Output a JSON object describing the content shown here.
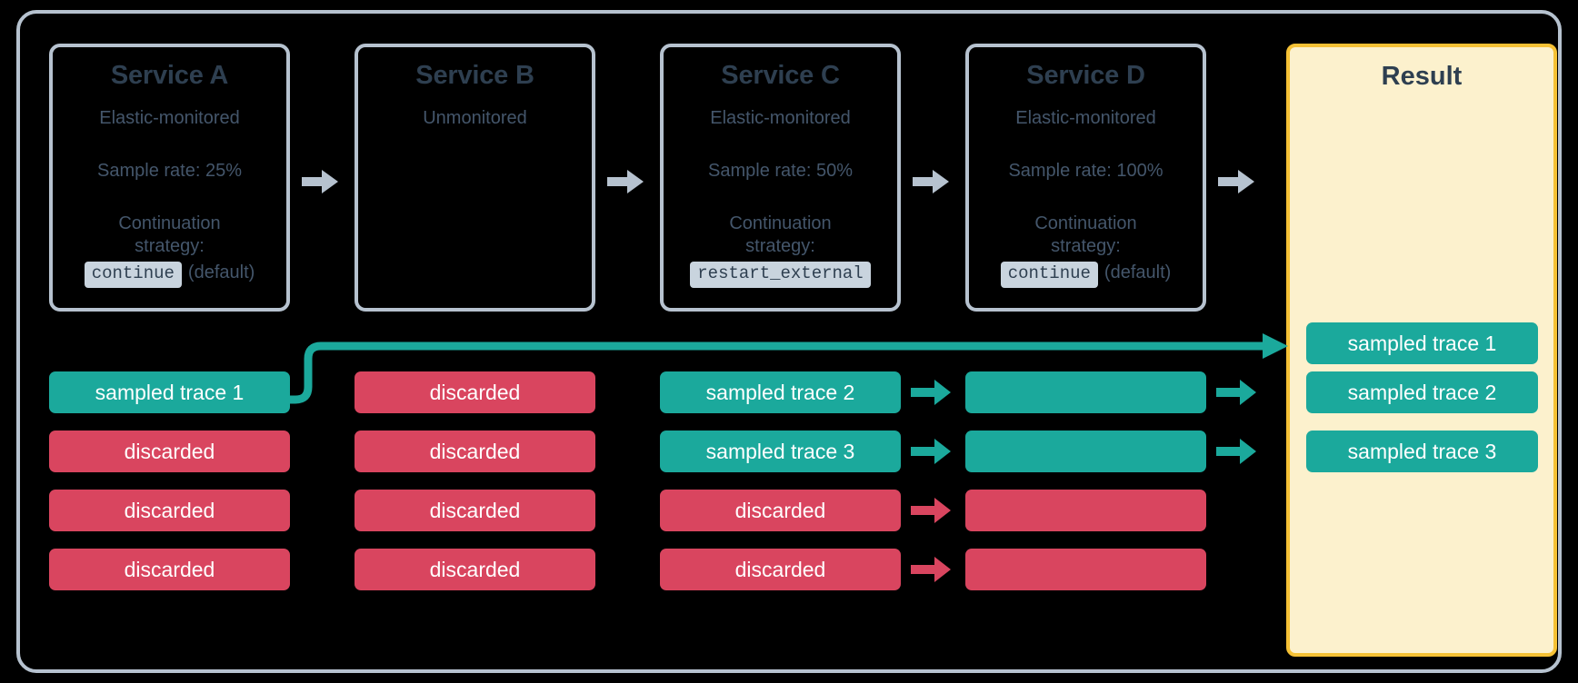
{
  "diagram": {
    "title": "Distributed tracing sampling across services",
    "colors": {
      "sampled": "#1BA99C",
      "discarded": "#D9455F",
      "result_panel_bg": "#FCF1CD",
      "result_panel_border": "#F5C135",
      "card_border": "#B6C2CF",
      "text_dark": "#2E3F50",
      "text_muted": "#44566B",
      "flow_arrow": "#B6C2CF",
      "badge_bg": "#C9D4DE"
    },
    "services": [
      {
        "name": "Service A",
        "monitoring": "Elastic-monitored",
        "sample_rate": "Sample rate: 25%",
        "strategy_label_line1": "Continuation",
        "strategy_label_line2": "strategy:",
        "strategy_value": "continue",
        "strategy_note": "(default)"
      },
      {
        "name": "Service B",
        "monitoring": "Unmonitored",
        "sample_rate": "",
        "strategy_label_line1": "",
        "strategy_label_line2": "",
        "strategy_value": "",
        "strategy_note": ""
      },
      {
        "name": "Service C",
        "monitoring": "Elastic-monitored",
        "sample_rate": "Sample rate: 50%",
        "strategy_label_line1": "Continuation",
        "strategy_label_line2": "strategy:",
        "strategy_value": "restart_external",
        "strategy_note": ""
      },
      {
        "name": "Service D",
        "monitoring": "Elastic-monitored",
        "sample_rate": "Sample rate: 100%",
        "strategy_label_line1": "Continuation",
        "strategy_label_line2": "strategy:",
        "strategy_value": "continue",
        "strategy_note": "(default)"
      }
    ],
    "result_panel": {
      "title": "Result",
      "traces": [
        {
          "label": "sampled trace 1",
          "state": "sampled"
        },
        {
          "label": "sampled trace 2",
          "state": "sampled"
        },
        {
          "label": "sampled trace 3",
          "state": "sampled"
        }
      ]
    },
    "trace_columns": [
      {
        "service": "Service A",
        "rows": [
          {
            "label": "sampled trace 1",
            "state": "sampled"
          },
          {
            "label": "discarded",
            "state": "discarded"
          },
          {
            "label": "discarded",
            "state": "discarded"
          },
          {
            "label": "discarded",
            "state": "discarded"
          }
        ]
      },
      {
        "service": "Service B",
        "rows": [
          {
            "label": "discarded",
            "state": "discarded"
          },
          {
            "label": "discarded",
            "state": "discarded"
          },
          {
            "label": "discarded",
            "state": "discarded"
          },
          {
            "label": "discarded",
            "state": "discarded"
          }
        ]
      },
      {
        "service": "Service C",
        "rows": [
          {
            "label": "sampled trace 2",
            "state": "sampled"
          },
          {
            "label": "sampled trace 3",
            "state": "sampled"
          },
          {
            "label": "discarded",
            "state": "discarded"
          },
          {
            "label": "discarded",
            "state": "discarded"
          }
        ]
      },
      {
        "service": "Service D",
        "rows": [
          {
            "label": "",
            "state": "sampled"
          },
          {
            "label": "",
            "state": "sampled"
          },
          {
            "label": "",
            "state": "discarded"
          },
          {
            "label": "",
            "state": "discarded"
          }
        ]
      }
    ]
  }
}
